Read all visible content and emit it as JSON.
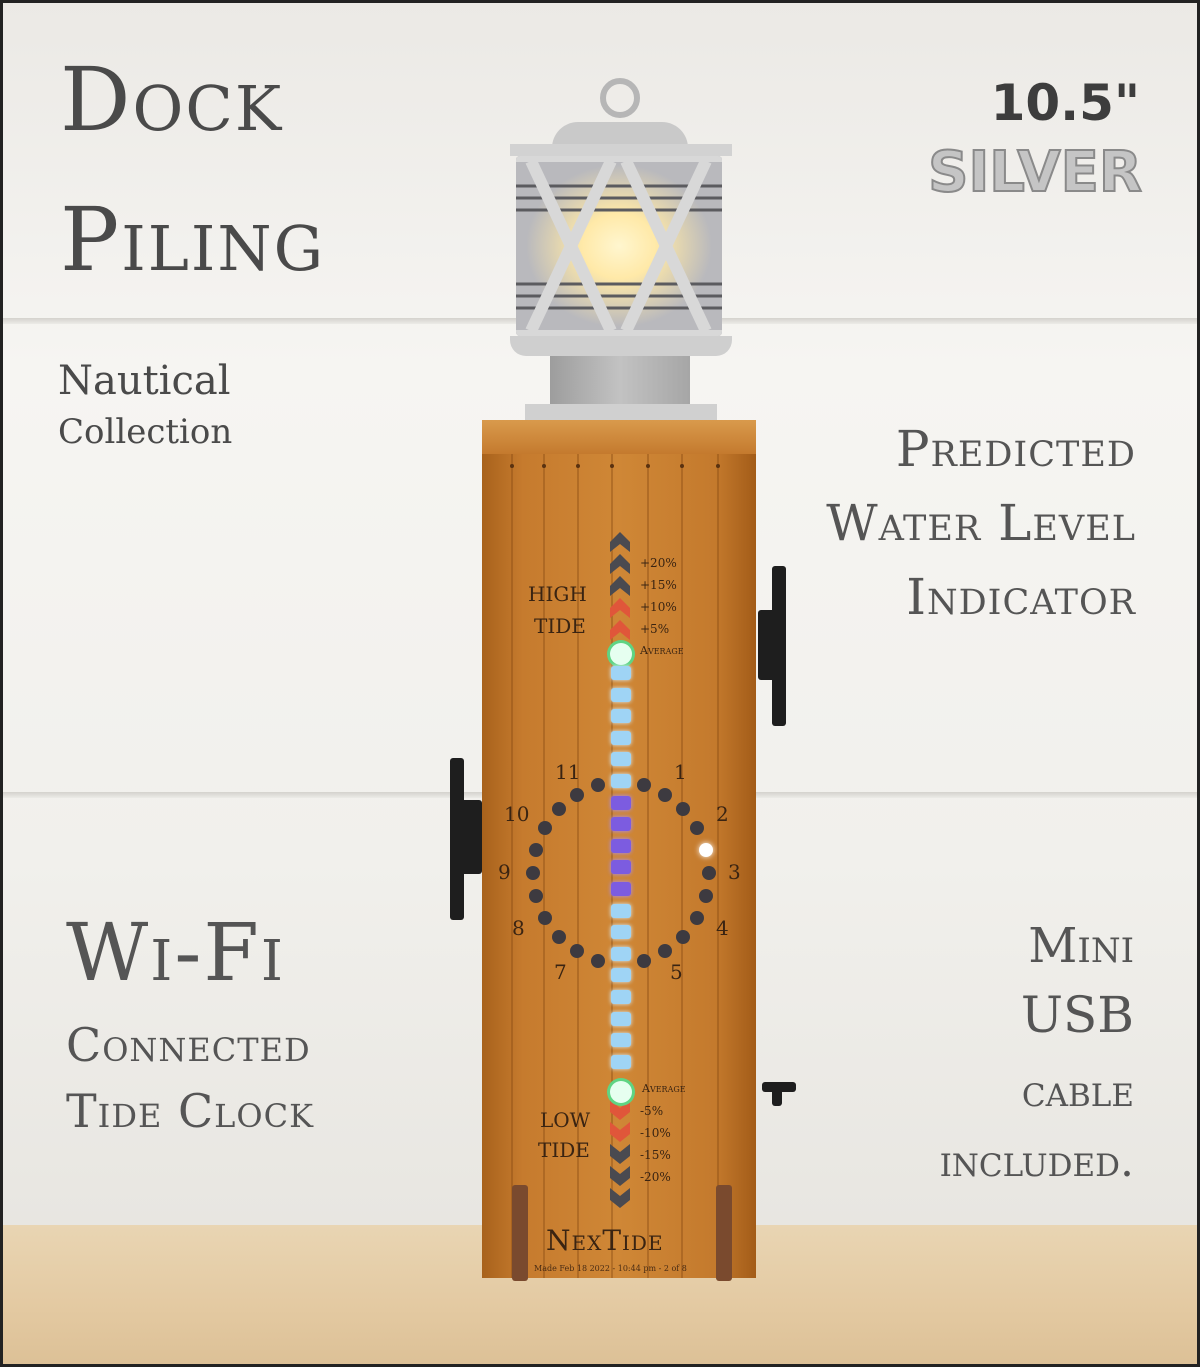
{
  "headline": {
    "line1": "Dock",
    "line2": "Piling"
  },
  "collection": {
    "line1": "Nautical",
    "line2": "Collection"
  },
  "size": {
    "length": "10.5\"",
    "finish": "SILVER"
  },
  "feature_right": {
    "line1": "Predicted",
    "line2": "Water Level",
    "line3": "Indicator"
  },
  "feature_left": {
    "line1": "Wi-Fi",
    "line2": "Connected",
    "line3": "Tide Clock"
  },
  "accessory": {
    "line1": "Mini",
    "line2": "USB",
    "line3": "cable",
    "line4": "included."
  },
  "device": {
    "high_tide_label_1": "HIGH",
    "high_tide_label_2": "TIDE",
    "low_tide_label_1": "LOW",
    "low_tide_label_2": "TIDE",
    "high_marks": [
      "+20%",
      "+15%",
      "+10%",
      "+5%",
      "Average"
    ],
    "low_marks": [
      "Average",
      "-5%",
      "-10%",
      "-15%",
      "-20%"
    ],
    "clock_numerals": [
      "11",
      "1",
      "10",
      "2",
      "9",
      "3",
      "8",
      "4",
      "7",
      "5"
    ],
    "brand": "NexTide",
    "made_line": "Made Feb 18 2022 - 10:44 pm - 2 of 8"
  },
  "colors": {
    "wood": "#c67b2e",
    "led_blue": "#9fd4f5",
    "led_purple": "#7c5ce0",
    "led_green": "#8ef0a0",
    "chevron_red": "#e0563a",
    "chevron_gray": "#4a4a50",
    "lantern_glow": "#ffe9a8"
  }
}
